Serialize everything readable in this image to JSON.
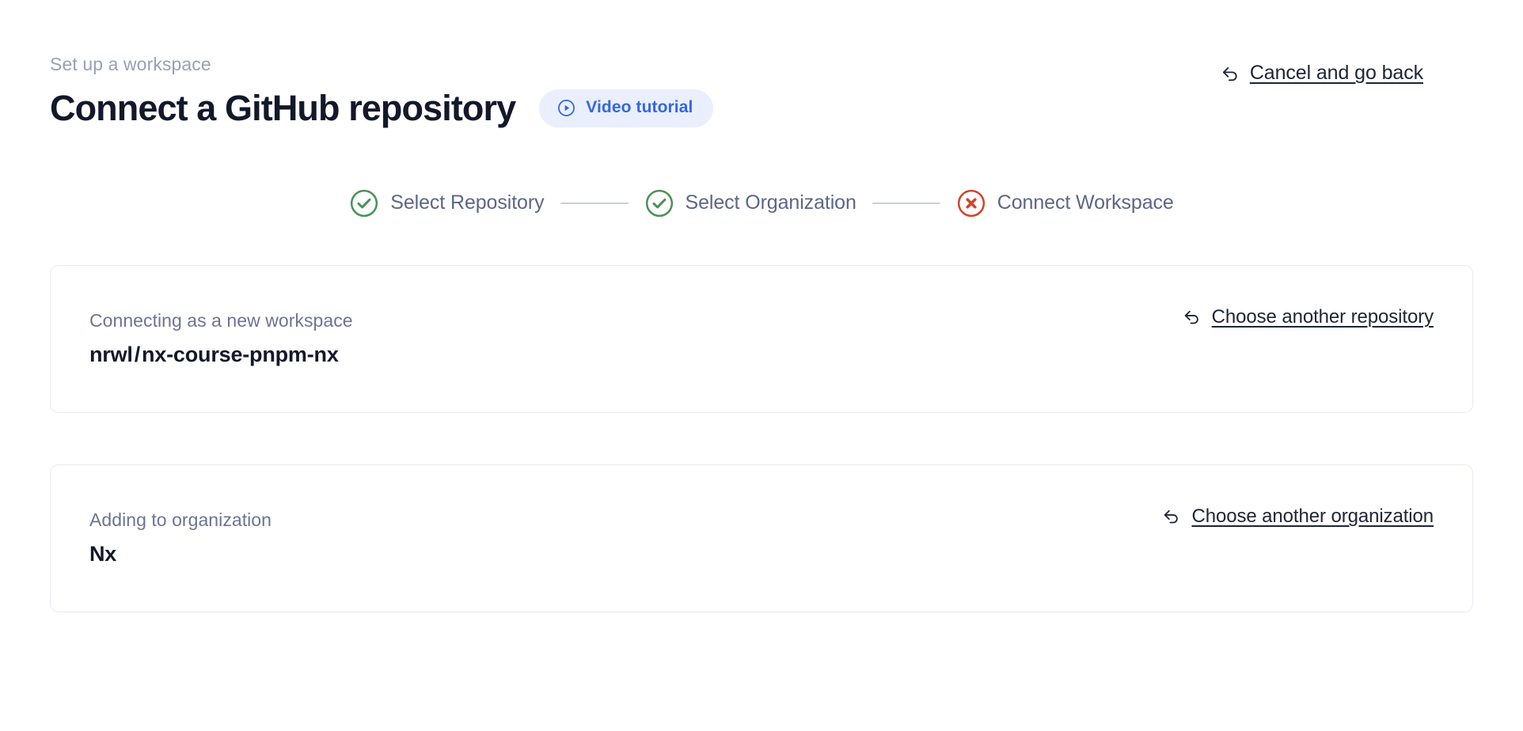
{
  "header": {
    "eyebrow": "Set up a workspace",
    "title": "Connect a GitHub repository",
    "video_badge": {
      "label": "Video tutorial",
      "icon": "play-circle-icon",
      "bg_color": "#e9effc",
      "text_color": "#3566e3"
    },
    "cancel_link": {
      "label": "Cancel and go back",
      "icon": "back-arrow-icon"
    }
  },
  "stepper": {
    "steps": [
      {
        "label": "Select Repository",
        "state": "complete",
        "icon": "check-circle-icon",
        "color": "#4c9157"
      },
      {
        "label": "Select Organization",
        "state": "complete",
        "icon": "check-circle-icon",
        "color": "#4c9157"
      },
      {
        "label": "Connect Workspace",
        "state": "error",
        "icon": "x-circle-icon",
        "color": "#d4452c"
      }
    ],
    "connector_color": "#c9cfe2"
  },
  "cards": [
    {
      "label": "Connecting as a new workspace",
      "owner": "nrwl",
      "separator": "/",
      "name": "nx-course-pnpm-nx",
      "link": {
        "label": "Choose another repository",
        "icon": "back-arrow-icon"
      }
    },
    {
      "label": "Adding to organization",
      "value": "Nx",
      "link": {
        "label": "Choose another organization",
        "icon": "back-arrow-icon"
      }
    }
  ],
  "colors": {
    "text_primary": "#13182a",
    "text_muted": "#6c7494",
    "eyebrow": "#97a0b8",
    "card_border": "#e8e9f1",
    "accent_blue": "#3566e3",
    "success_green": "#4c9157",
    "error_red": "#d4452c"
  }
}
